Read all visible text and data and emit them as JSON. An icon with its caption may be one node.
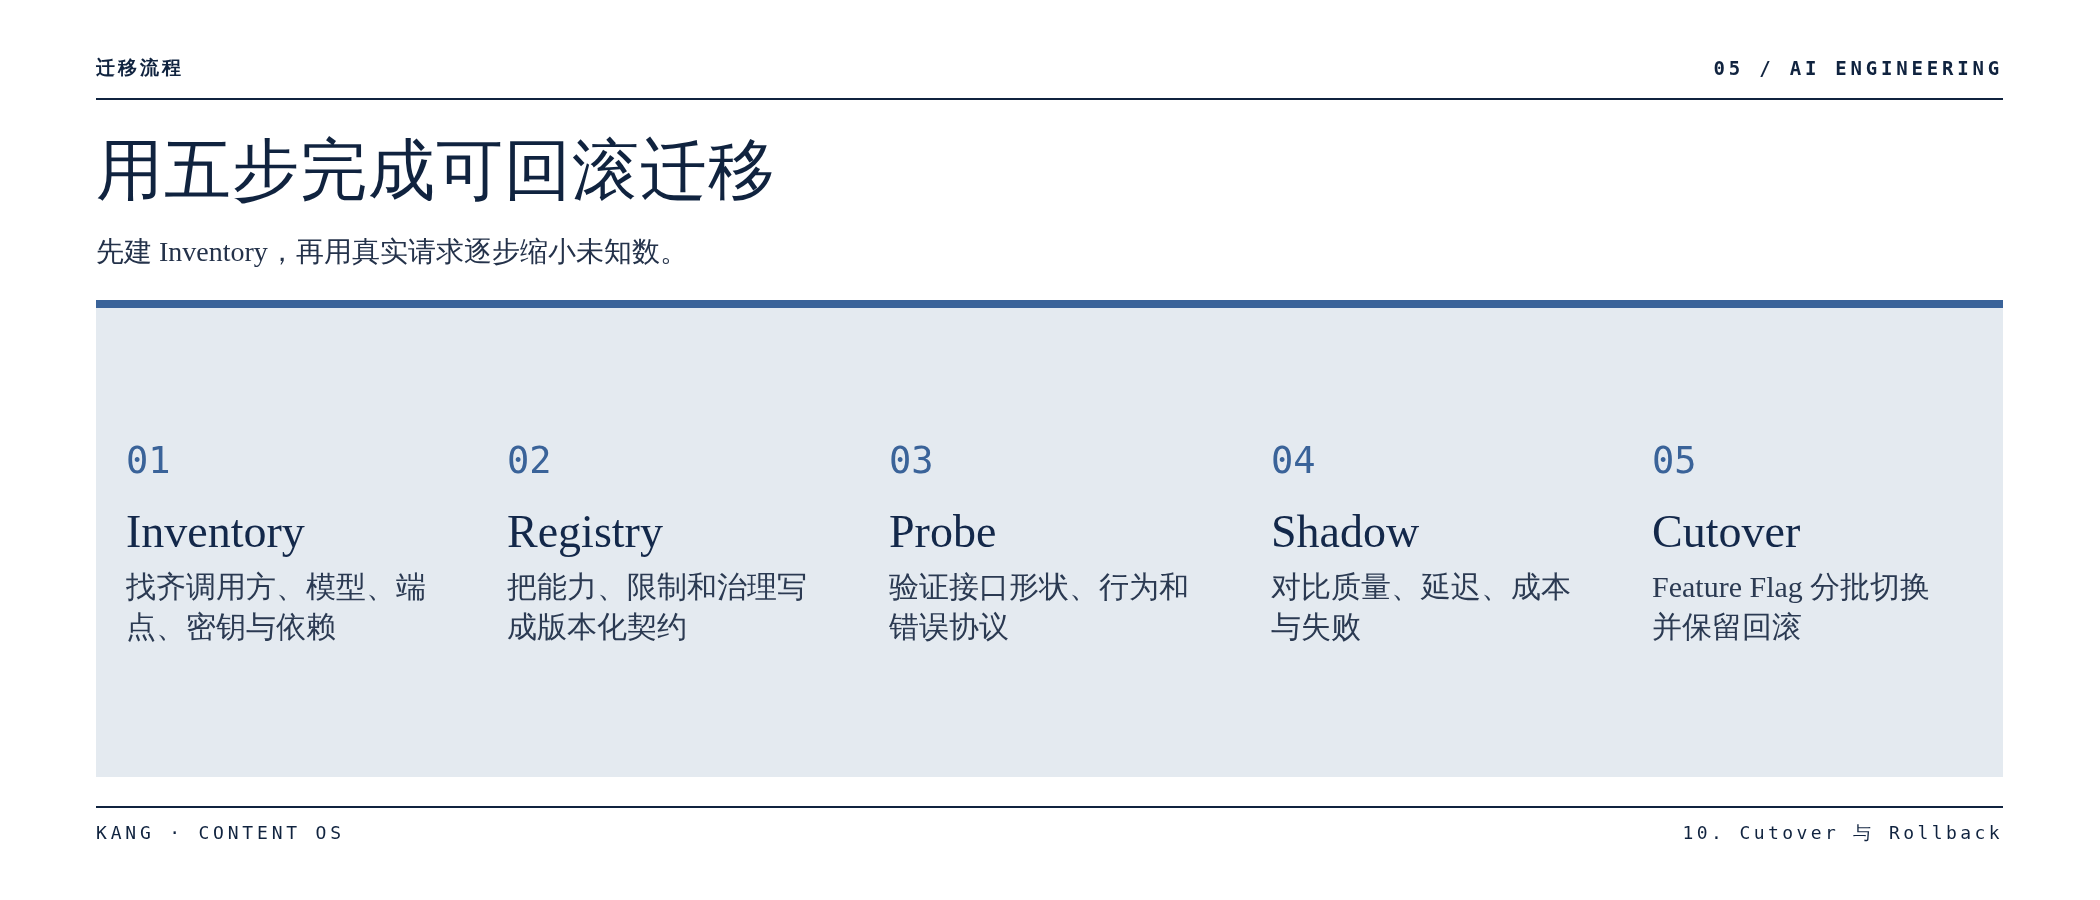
{
  "diagram": {
    "title": "用五步完成可回滚迁移",
    "nodes": [
      {
        "text": [],
        "shape": "box"
      },
      {
        "text": [
          "01",
          "Inventory",
          "找齐调用方、模型、端点、密钥与依赖"
        ],
        "in": 0
      },
      {
        "text": [
          "02",
          "Registry",
          "把能力、限制和治理写成版本化契约"
        ],
        "in": 0
      },
      {
        "text": [
          "03",
          "Probe",
          "验证接口形状、行为和错误协议"
        ],
        "in": 0
      },
      {
        "text": [
          "04",
          "Shadow",
          "对比质量、延迟、成本与失败"
        ],
        "in": 0
      },
      {
        "text": [
          "05",
          "Cutover",
          "Feature Flag 分批切换并保留回滚"
        ],
        "in": 0
      }
    ],
    "labels": [
      "迁移流程",
      "05 / AI ENGINEERING",
      "先建 Inventory，再用真实请求逐步缩小未知数。",
      "KANG · CONTENT OS",
      "10. Cutover 与 Rollback"
    ]
  }
}
